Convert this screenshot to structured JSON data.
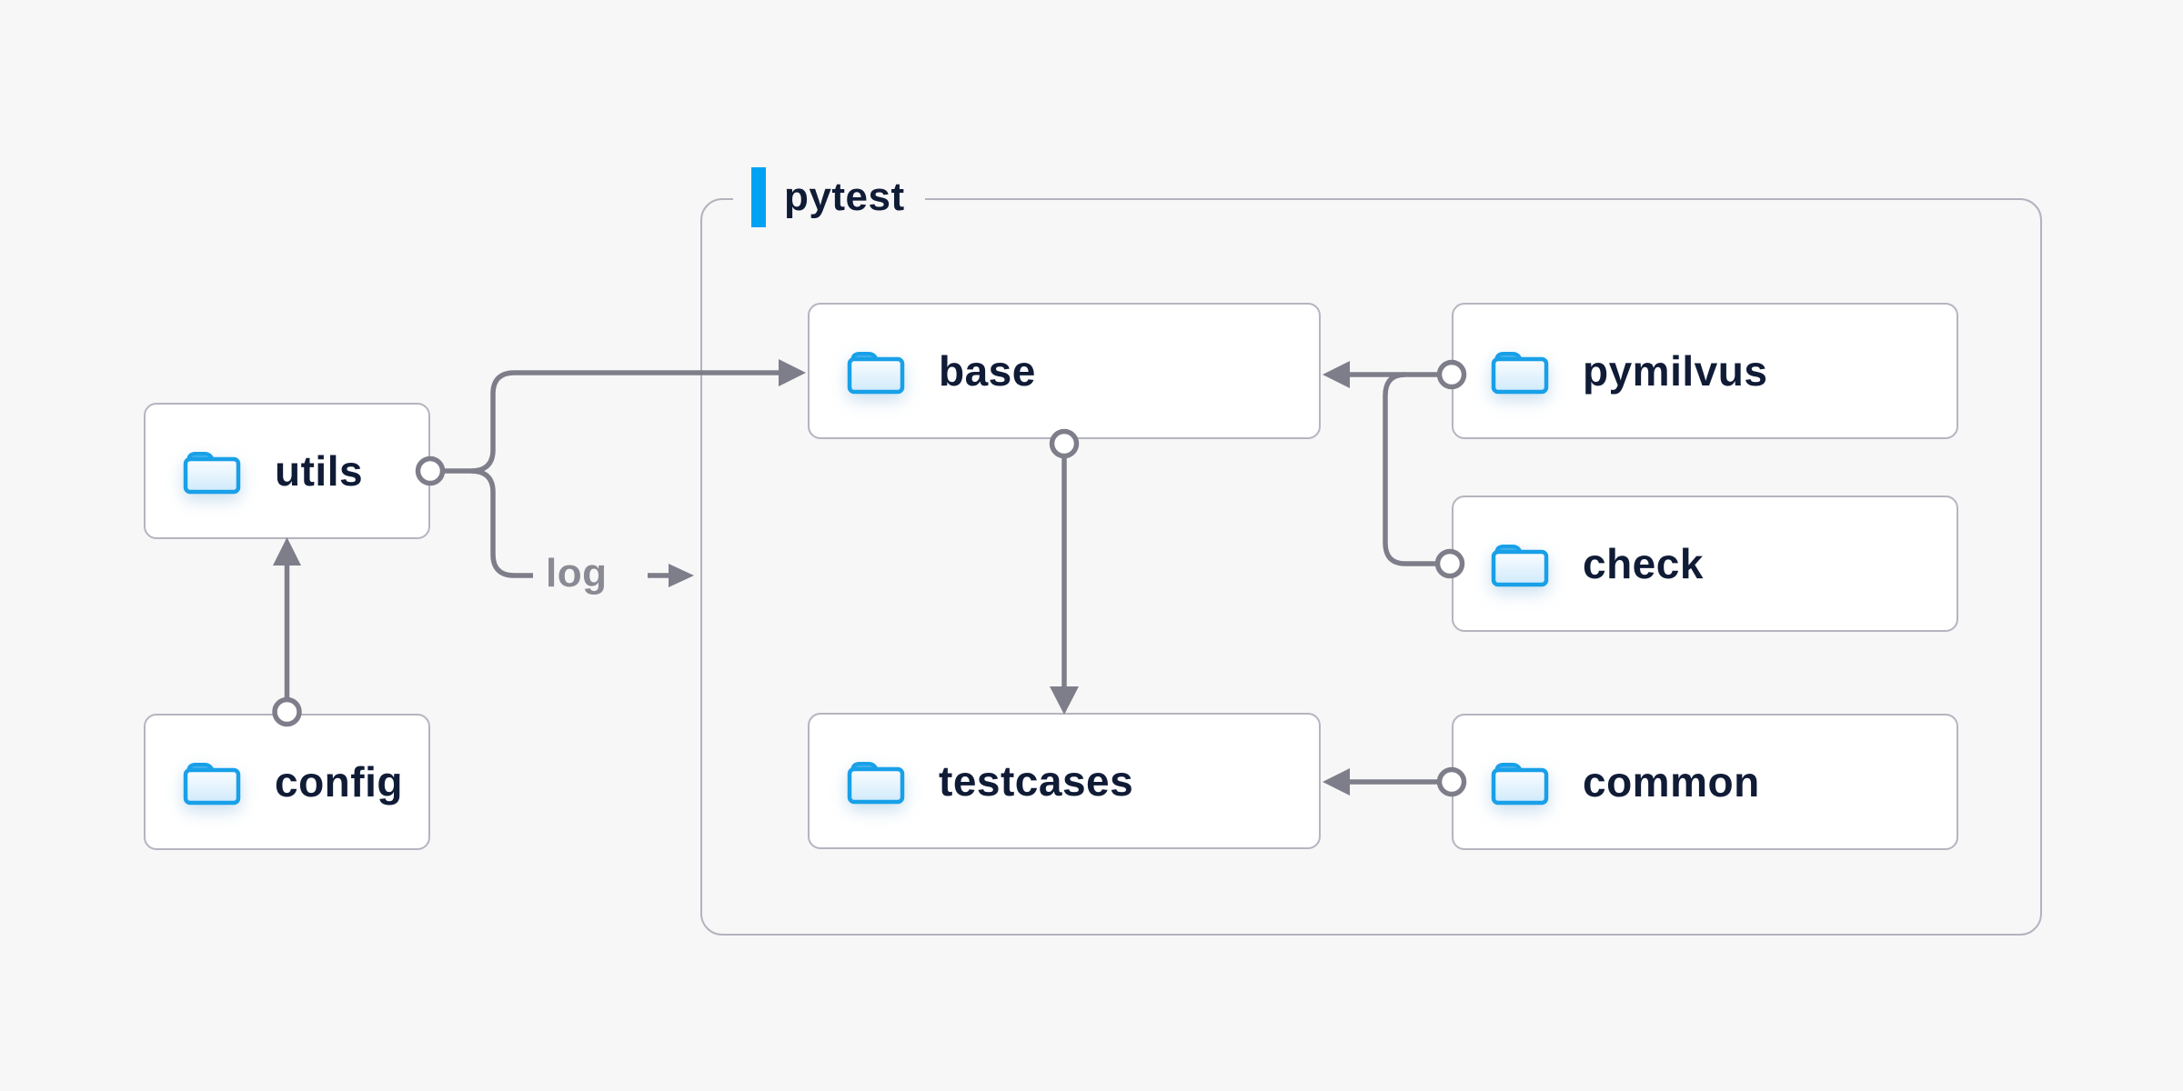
{
  "container": {
    "label": "pytest"
  },
  "nodes": [
    {
      "id": "utils",
      "label": "utils",
      "icon": "folder-icon"
    },
    {
      "id": "config",
      "label": "config",
      "icon": "folder-icon"
    },
    {
      "id": "base",
      "label": "base",
      "icon": "folder-icon"
    },
    {
      "id": "pymilvus",
      "label": "pymilvus",
      "icon": "folder-icon"
    },
    {
      "id": "check",
      "label": "check",
      "icon": "folder-icon"
    },
    {
      "id": "testcases",
      "label": "testcases",
      "icon": "folder-icon"
    },
    {
      "id": "common",
      "label": "common",
      "icon": "folder-icon"
    }
  ],
  "edges": [
    {
      "from": "config",
      "to": "utils",
      "type": "arrow"
    },
    {
      "from": "utils",
      "to": "base",
      "type": "arrow"
    },
    {
      "from": "utils",
      "to": "pytest",
      "type": "arrow",
      "label": "log"
    },
    {
      "from": "base",
      "to": "testcases",
      "type": "arrow"
    },
    {
      "from": "pymilvus",
      "to": "base",
      "type": "arrow"
    },
    {
      "from": "check",
      "to": "base",
      "type": "arrow"
    },
    {
      "from": "common",
      "to": "testcases",
      "type": "arrow"
    }
  ],
  "colors": {
    "background": "#f7f7f8",
    "node_bg": "#ffffff",
    "node_border": "#b5b5c0",
    "container_border": "#b3b3be",
    "connector": "#7e7e8a",
    "accent_bar": "#00a2f3",
    "text": "#101b36",
    "muted_text": "#8a8a94",
    "folder_stroke": "#18a0e8",
    "folder_tab": "#45b2ec"
  }
}
